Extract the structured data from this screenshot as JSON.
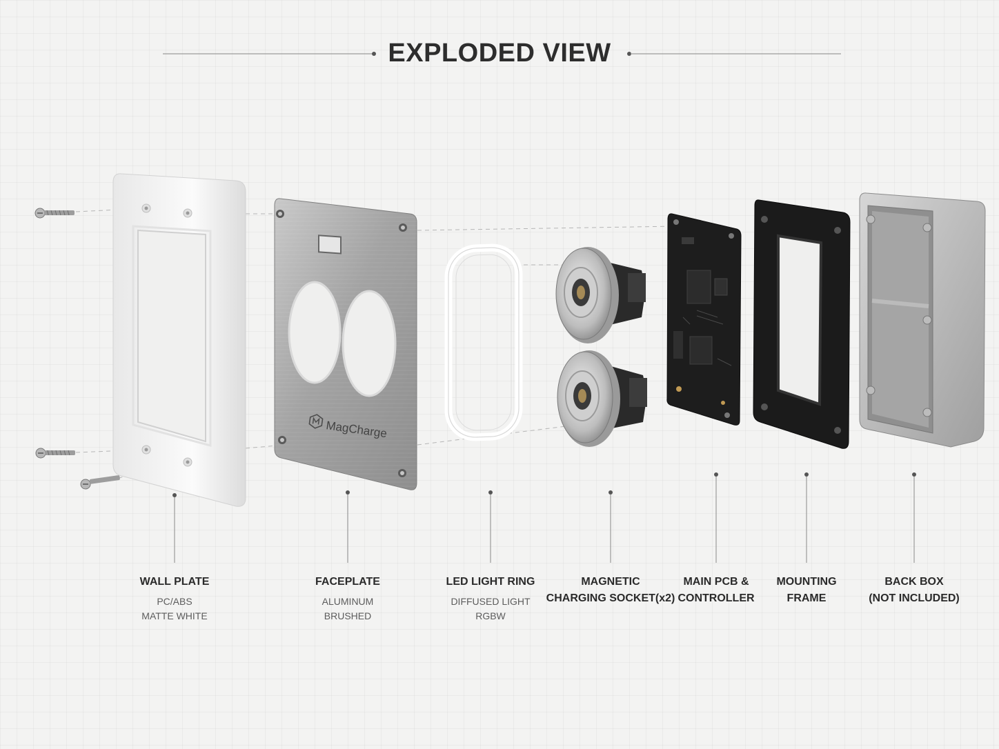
{
  "header": {
    "title": "EXPLODED VIEW"
  },
  "faceplate": {
    "brand": "MagCharge"
  },
  "components": [
    {
      "name": "WALL PLATE",
      "sub": [
        "PC/ABS",
        "MATTE WHITE"
      ]
    },
    {
      "name": "FACEPLATE",
      "sub": [
        "ALUMINUM",
        "BRUSHED"
      ]
    },
    {
      "name": "LED LIGHT RING",
      "sub": [
        "DIFFUSED LIGHT",
        "RGBW"
      ]
    },
    {
      "name": "MAGNETIC",
      "name2": "CHARGING SOCKET(x2)"
    },
    {
      "name": "MAIN PCB &",
      "name2": "CONTROLLER"
    },
    {
      "name": "MOUNTING",
      "name2": "FRAME"
    },
    {
      "name": "BACK BOX",
      "name2": "(NOT INCLUDED)"
    }
  ]
}
